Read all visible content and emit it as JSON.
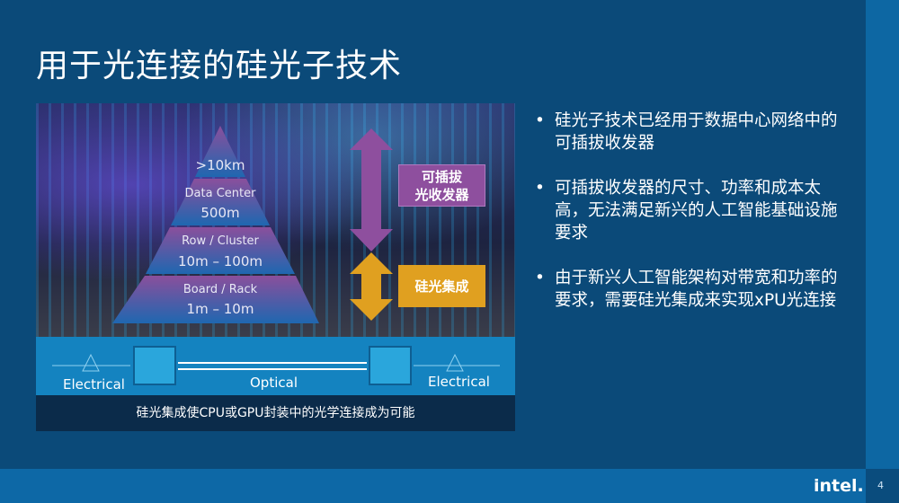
{
  "title": "用于光连接的硅光子技术",
  "figure": {
    "pyramid": [
      {
        "name": ">10km"
      },
      {
        "name": "Data Center",
        "range": "500m"
      },
      {
        "name": "Row / Cluster",
        "range": "10m – 100m"
      },
      {
        "name": "Board / Rack",
        "range": "1m – 10m"
      }
    ],
    "pluggable_label": [
      "可插拔",
      "光收发器"
    ],
    "integrated_label": "硅光集成",
    "electrical_left": "Electrical",
    "optical": "Optical",
    "electrical_right": "Electrical",
    "caption": "硅光集成使CPU或GPU封装中的光学连接成为可能",
    "colors": {
      "purple": "#8e4f9e",
      "orange": "#e0a020",
      "band": "#1483c0"
    }
  },
  "bullets": [
    "硅光子技术已经用于数据中心网络中的可插拔收发器",
    "可插拔收发器的尺寸、功率和成本太高，无法满足新兴的人工智能基础设施要求",
    "由于新兴人工智能架构对带宽和功率的要求，需要硅光集成来实现xPU光连接"
  ],
  "footer": {
    "logo": "intel.",
    "page": "4"
  }
}
